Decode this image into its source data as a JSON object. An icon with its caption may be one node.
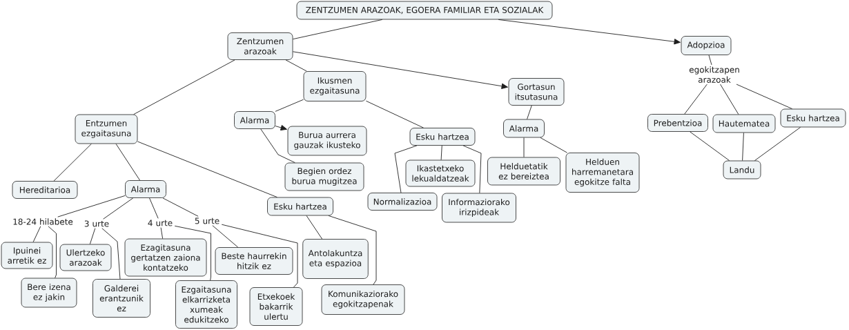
{
  "diagram": {
    "nodes": [
      {
        "text": [
          "ZENTZUMEN ARAZOAK, EGOERA FAMILIAR ETA SOZIALAK"
        ]
      },
      {
        "text": [
          "Zentzumen arazoak"
        ]
      },
      {
        "text": [
          "Adopzioa"
        ]
      },
      {
        "text": [
          "Ikusmen ezgaitasuna"
        ]
      },
      {
        "text": [
          "Gortasun itsutasuna"
        ]
      },
      {
        "text": [
          "egokitzapen arazoak"
        ]
      },
      {
        "text": [
          "Entzumen ezgaitasuna"
        ]
      },
      {
        "text": [
          "Alarma"
        ]
      },
      {
        "text": [
          "Burua aurrera gauzak ikusteko"
        ]
      },
      {
        "text": [
          "Esku hartzea"
        ]
      },
      {
        "text": [
          "Alarma"
        ]
      },
      {
        "text": [
          "Prebentzioa"
        ]
      },
      {
        "text": [
          "Hautematea"
        ]
      },
      {
        "text": [
          "Esku hartzea"
        ]
      },
      {
        "text": [
          "Begien ordez burua mugitzea"
        ]
      },
      {
        "text": [
          "Ikastetxeko lekualdatzeak"
        ]
      },
      {
        "text": [
          "Helduetatik ez bereiztea"
        ]
      },
      {
        "text": [
          "Helduen harremanetara egokitze falta"
        ]
      },
      {
        "text": [
          "Landu"
        ]
      },
      {
        "text": [
          "Hereditarioa"
        ]
      },
      {
        "text": [
          "Alarma"
        ]
      },
      {
        "text": [
          "Esku hartzea"
        ]
      },
      {
        "text": [
          "Normalizazioa"
        ]
      },
      {
        "text": [
          "Informaziorako irizpideak"
        ]
      },
      {
        "text": [
          "18-24 hilabete"
        ]
      },
      {
        "text": [
          "3 urte"
        ]
      },
      {
        "text": [
          "4 urte"
        ]
      },
      {
        "text": [
          "5 urte"
        ]
      },
      {
        "text": [
          "Ipuinei arretik ez"
        ]
      },
      {
        "text": [
          "Ulertzeko arazoak"
        ]
      },
      {
        "text": [
          "Ezagitasuna gertatzen zaiona kontatzeko"
        ]
      },
      {
        "text": [
          "Beste haurrekin hitzik ez"
        ]
      },
      {
        "text": [
          "Antolakuntza eta espazioa"
        ]
      },
      {
        "text": [
          "Bere izena ez jakin"
        ]
      },
      {
        "text": [
          "Galderei erantzunik ez"
        ]
      },
      {
        "text": [
          "Ezgaitasuna elkarrizketa xumeak edukitzeko"
        ]
      },
      {
        "text": [
          "Etxekoek bakarrik ulertu"
        ]
      },
      {
        "text": [
          "Komunikaziorako egokitzapenak"
        ]
      }
    ],
    "edges": [
      {
        "from": 0,
        "to": 1,
        "arrow": "none"
      },
      {
        "from": 0,
        "to": 2,
        "arrow": "to"
      },
      {
        "from": 1,
        "to": 6,
        "arrow": "none"
      },
      {
        "from": 1,
        "to": 3,
        "arrow": "none"
      },
      {
        "from": 1,
        "to": 4,
        "arrow": "to"
      },
      {
        "from": 2,
        "to": 5,
        "arrow": "none"
      },
      {
        "from": 5,
        "to": 11,
        "arrow": "none"
      },
      {
        "from": 5,
        "to": 12,
        "arrow": "none"
      },
      {
        "from": 5,
        "to": 13,
        "arrow": "none"
      },
      {
        "from": 11,
        "to": 18,
        "arrow": "none"
      },
      {
        "from": 12,
        "to": 18,
        "arrow": "none"
      },
      {
        "from": 13,
        "to": 18,
        "arrow": "none"
      },
      {
        "from": 3,
        "to": 7,
        "arrow": "none"
      },
      {
        "from": 7,
        "to": 8,
        "arrow": "to"
      },
      {
        "from": 7,
        "to": 14,
        "arrow": "none"
      },
      {
        "from": 3,
        "to": 9,
        "arrow": "none"
      },
      {
        "from": 9,
        "to": 15,
        "arrow": "none"
      },
      {
        "from": 9,
        "to": 22,
        "arrow": "none"
      },
      {
        "from": 9,
        "to": 23,
        "arrow": "none"
      },
      {
        "from": 4,
        "to": 10,
        "arrow": "none"
      },
      {
        "from": 10,
        "to": 16,
        "arrow": "none"
      },
      {
        "from": 10,
        "to": 17,
        "arrow": "none"
      },
      {
        "from": 6,
        "to": 19,
        "arrow": "none"
      },
      {
        "from": 6,
        "to": 20,
        "arrow": "none"
      },
      {
        "from": 6,
        "to": 21,
        "arrow": "none"
      },
      {
        "from": 20,
        "to": 24,
        "arrow": "none"
      },
      {
        "from": 20,
        "to": 25,
        "arrow": "none"
      },
      {
        "from": 20,
        "to": 26,
        "arrow": "none"
      },
      {
        "from": 20,
        "to": 27,
        "arrow": "none"
      },
      {
        "from": 24,
        "to": 28,
        "arrow": "none"
      },
      {
        "from": 24,
        "to": 33,
        "arrow": "none"
      },
      {
        "from": 25,
        "to": 29,
        "arrow": "none"
      },
      {
        "from": 25,
        "to": 34,
        "arrow": "none"
      },
      {
        "from": 26,
        "to": 30,
        "arrow": "none"
      },
      {
        "from": 26,
        "to": 35,
        "arrow": "none"
      },
      {
        "from": 27,
        "to": 31,
        "arrow": "none"
      },
      {
        "from": 27,
        "to": 36,
        "arrow": "none"
      },
      {
        "from": 21,
        "to": 32,
        "arrow": "none"
      },
      {
        "from": 21,
        "to": 37,
        "arrow": "none"
      }
    ]
  }
}
